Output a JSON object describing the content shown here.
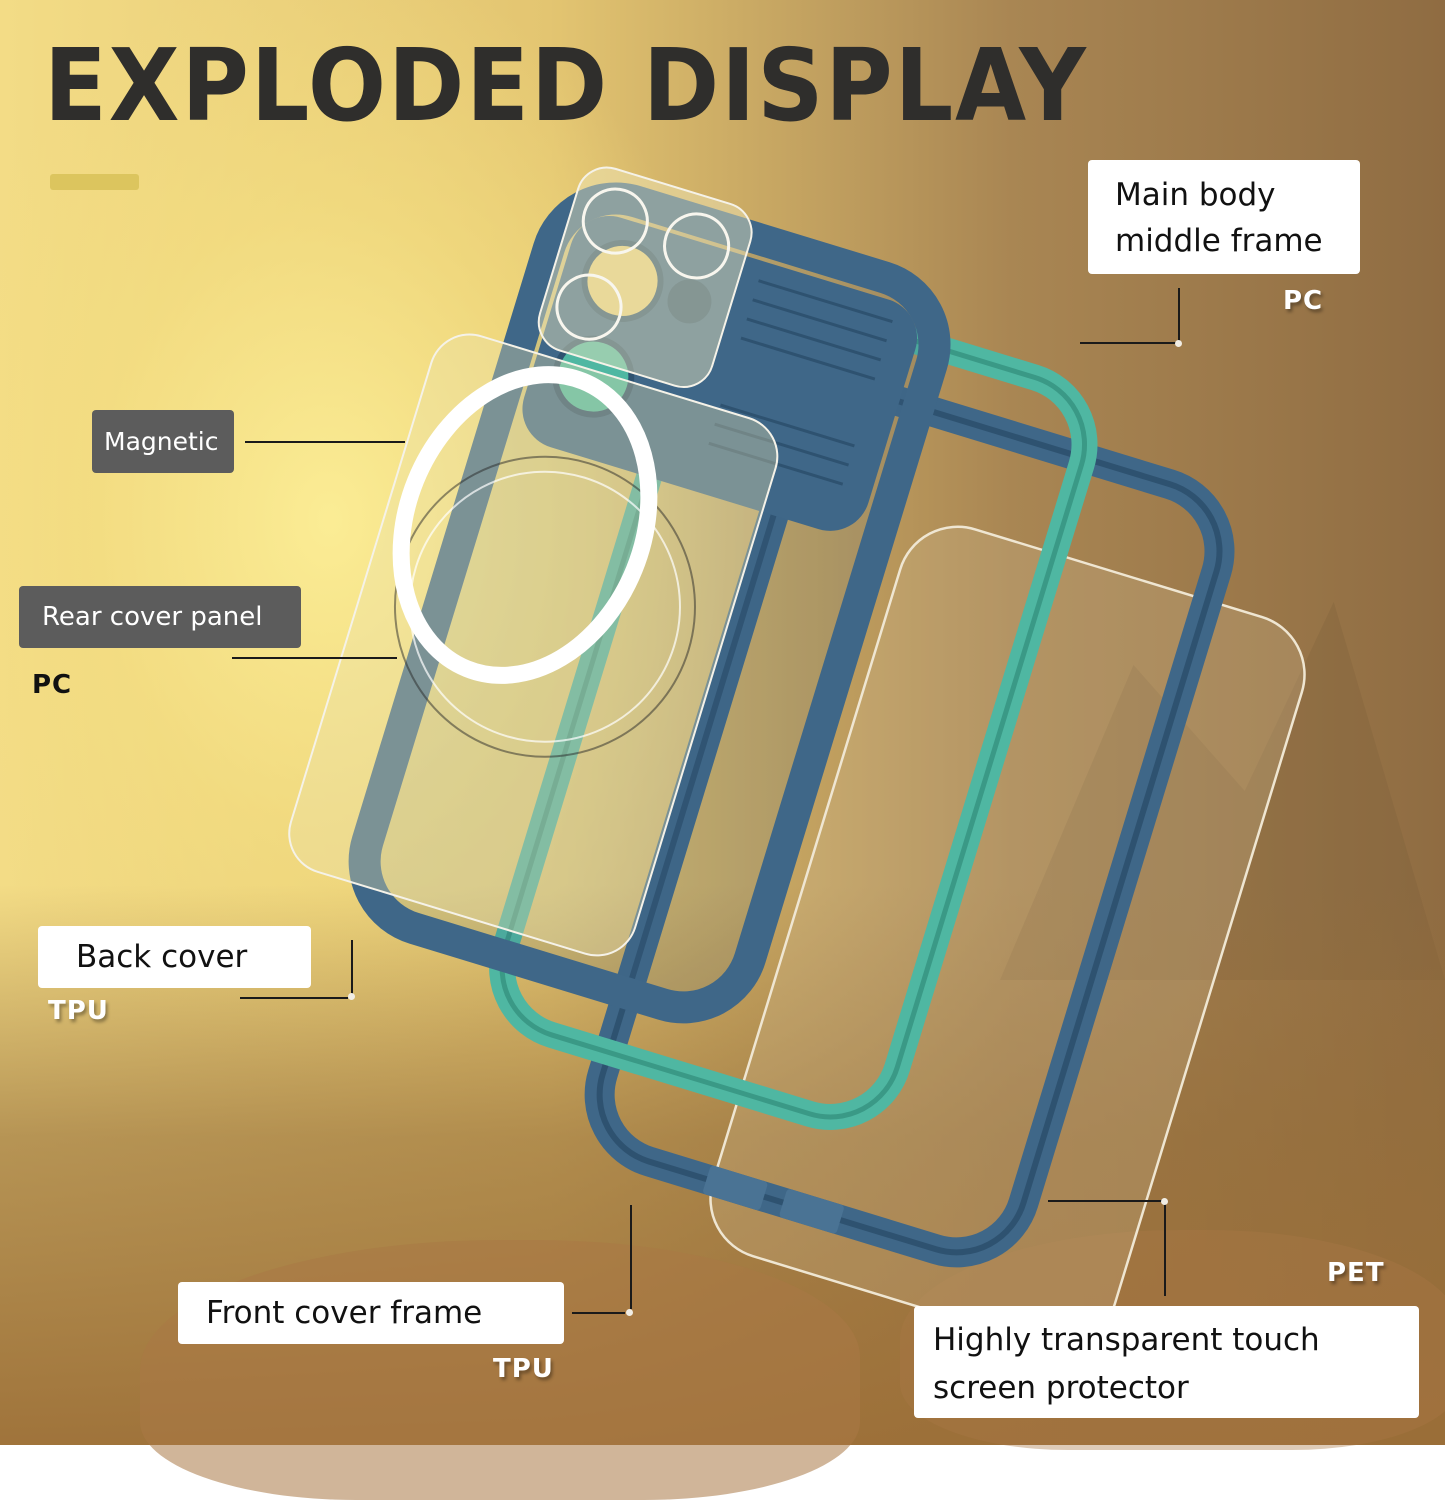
{
  "title": "EXPLODED DISPLAY",
  "colors": {
    "title_text": "#2f2e2c",
    "accent_bar": "#dcc55e",
    "bg_light": "#f3dc86",
    "bg_dark": "#8f6c42",
    "case_blue": "#3f6788",
    "case_teal": "#4fb7a2",
    "label_dark_bg": "#5c5c5c",
    "label_light_bg": "#ffffff"
  },
  "callouts": [
    {
      "id": "main-body",
      "label": "Main body middle frame",
      "lines": [
        "Main body",
        "middle frame"
      ],
      "material": "PC"
    },
    {
      "id": "magnetic",
      "label": "Magnetic",
      "material": ""
    },
    {
      "id": "rear-cover-panel",
      "label": "Rear cover panel",
      "material": "PC"
    },
    {
      "id": "back-cover",
      "label": "Back cover",
      "material": "TPU"
    },
    {
      "id": "front-cover-frame",
      "label": "Front cover frame",
      "material": "TPU"
    },
    {
      "id": "screen-protector",
      "label": "Highly transparent touch screen protector",
      "lines": [
        "Highly transparent touch",
        "screen protector"
      ],
      "material": "PET"
    }
  ]
}
